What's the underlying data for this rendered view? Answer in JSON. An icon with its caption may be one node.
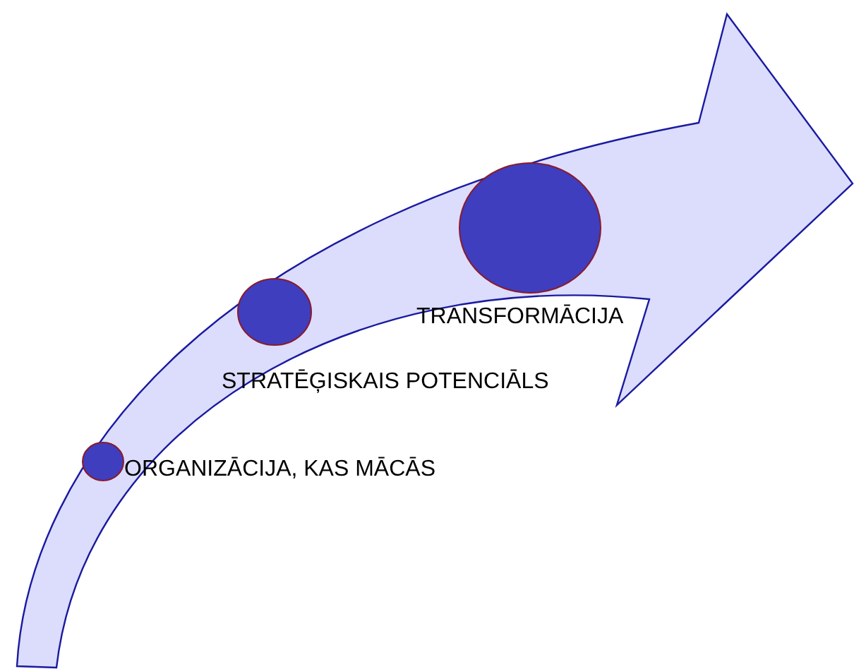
{
  "diagram": {
    "nodes": [
      {
        "text": [],
        "shape": "circle",
        "beside": [
          "ORGANIZĀCIJA, KAS MĀCĀS"
        ]
      },
      {
        "text": [],
        "shape": "circle",
        "beside": [
          "STRATĒĢISKAIS POTENCIĀLS"
        ]
      },
      {
        "text": [],
        "shape": "circle",
        "beside": [
          "TRANSFORMĀCIJA"
        ]
      }
    ]
  }
}
